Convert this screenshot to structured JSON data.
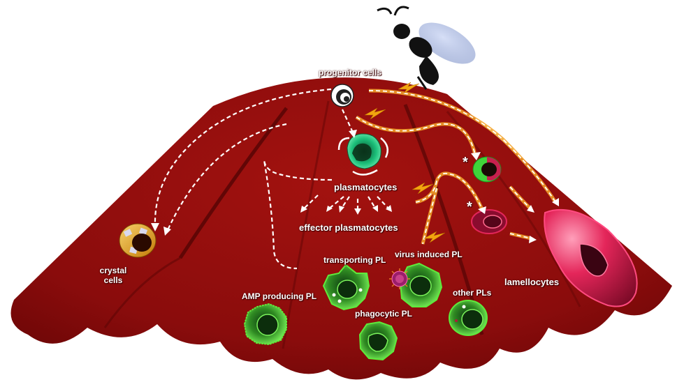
{
  "diagram": {
    "labels": {
      "progenitor": "progenitor cells",
      "plasmatocytes": "plasmatocytes",
      "effector": "effector plasmatocytes",
      "crystal_line1": "crystal",
      "crystal_line2": "cells",
      "transporting": "transporting PL",
      "virus_induced": "virus induced PL",
      "amp_producing": "AMP producing PL",
      "phagocytic": "phagocytic PL",
      "other": "other PLs",
      "lamellocytes": "lamellocytes"
    },
    "asterisks": [
      "*",
      "*"
    ],
    "icons": [
      "wasp-icon",
      "lightning-bolt-icon",
      "virus-icon"
    ],
    "colors": {
      "background_tissue": "#8e0c0c",
      "tissue_dark": "#5e0404",
      "plasmatocyte_green": "#1fc97a",
      "effector_green": "#3fd43a",
      "crystal_orange": "#e8a21a",
      "lamellocyte_pink": "#e4265a",
      "arrow_white": "#ffffff",
      "arrow_orange": "#f4a42a",
      "lightning": "#f2a50f"
    }
  }
}
